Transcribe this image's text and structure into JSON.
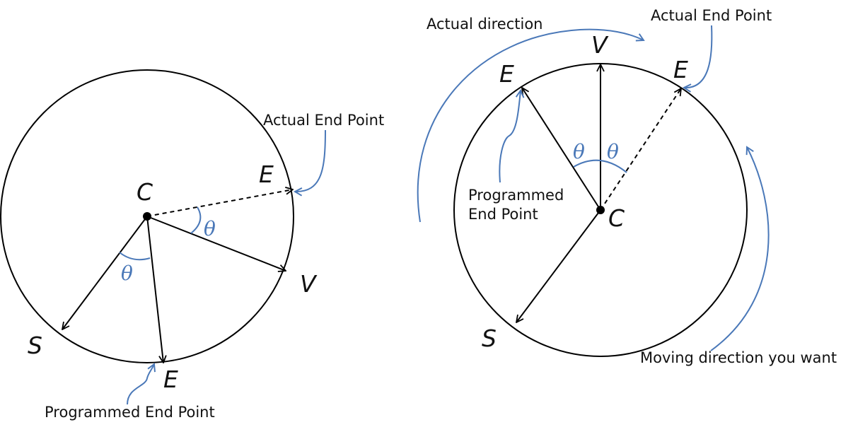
{
  "left": {
    "point_c": "C",
    "point_s": "S",
    "point_v": "V",
    "point_e_actual": "E",
    "point_e_programmed": "E",
    "theta_top": "θ",
    "theta_bottom": "θ",
    "actual_end_label": "Actual End Point",
    "programmed_end_label": "Programmed End Point"
  },
  "right": {
    "point_c": "C",
    "point_s": "S",
    "point_v": "V",
    "point_e_actual": "E",
    "point_e_programmed": "E",
    "theta_left": "θ",
    "theta_right": "θ",
    "actual_end_label": "Actual End Point",
    "programmed_end_line1": "Programmed",
    "programmed_end_line2": "End Point",
    "actual_direction_label": "Actual direction",
    "moving_direction_label": "Moving direction you want"
  },
  "colors": {
    "accent": "#4a78b8",
    "line": "#000000"
  }
}
